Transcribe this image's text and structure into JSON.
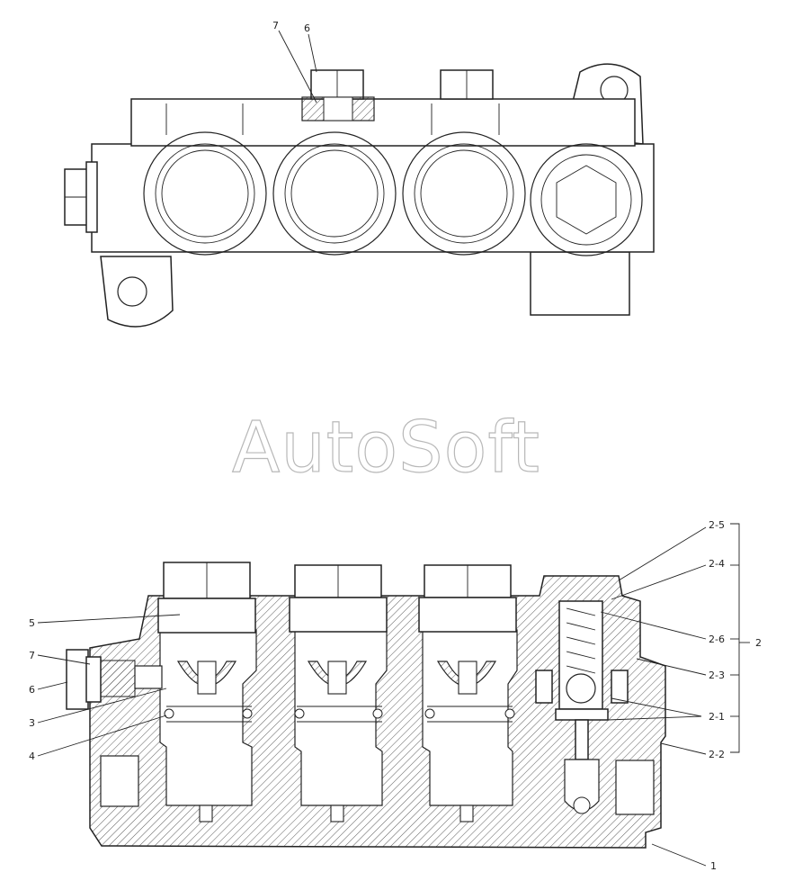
{
  "watermark": "AutoSoft",
  "top_view": {
    "callouts": [
      "7",
      "6"
    ]
  },
  "section_view": {
    "callouts_left": [
      "5",
      "7",
      "6",
      "3",
      "4"
    ],
    "callouts_right": [
      "2-5",
      "2-4",
      "2-6",
      "2-3",
      "2-1",
      "2-2",
      "1"
    ],
    "group_label": "2"
  }
}
